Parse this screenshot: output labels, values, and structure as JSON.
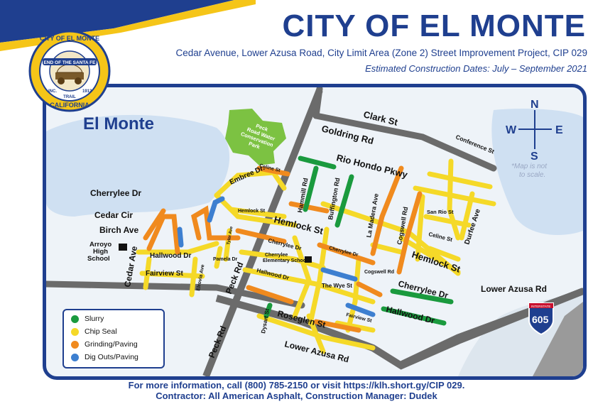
{
  "header": {
    "title": "CITY OF EL MONTE",
    "subtitle": "Cedar Avenue, Lower Azusa Road, City Limit Area (Zone 2) Street Improvement Project, CIP 029",
    "dates": "Estimated Construction Dates: July – September 2021"
  },
  "seal": {
    "top_text": "CITY OF EL MONTE",
    "ribbon_text": "END OF THE SANTA FE",
    "inc": "INC.",
    "year": "1912",
    "trail": "TRAIL",
    "bottom_text": "CALIFORNIA"
  },
  "map": {
    "area_label": "El Monte",
    "park_label": [
      "Peck",
      "Road Water",
      "Conservation",
      "Park"
    ],
    "compass": {
      "n": "N",
      "s": "S",
      "e": "E",
      "w": "W"
    },
    "scale_note": [
      "*Map is not",
      "to scale."
    ],
    "school_arroyo": [
      "Arroyo",
      "High",
      "School"
    ],
    "school_cherrylee": [
      "Cherrylee",
      "Elementary School"
    ],
    "freeway_shield": {
      "top": "INTERSTATE",
      "number": "605"
    },
    "streets": {
      "clark": "Clark St",
      "goldring": "Goldring Rd",
      "conference": "Conference St",
      "rio_hondo": "Rio Hondo Pkwy",
      "celine_top": "Celine St",
      "embree": "Embree Dr.",
      "cherrylee_dr": "Cherrylee Dr",
      "cedar_cir": "Cedar Cir",
      "birch": "Birch Ave",
      "hemlock_small": "Hemlock St",
      "hammill": "Hammill Rd",
      "buffington": "Buffington Rd",
      "la_madera": "La Madera Ave",
      "cogswell": "Cogswell Rd",
      "san_rio": "San Rio St",
      "celine_right": "Celine St",
      "durfee": "Durfee Ave",
      "hemlock_main": "Hemlock St",
      "hemlock_right": "Hemlock St",
      "hallwood_left": "Hallwood Dr",
      "cedar_ave": "Cedar Ave",
      "fairview_left": "Fairview St",
      "elrovia": "Elrovia Ave",
      "pamela": "Pamela Dr",
      "tyler": "Tyler Ave",
      "peck_mid": "Peck Rd",
      "peck_low": "Peck Rd",
      "cherrylee_mid": "Cherrylee Dr",
      "cherrylee_small": "Cherrylee Dr",
      "cogswell_small": "Cogswell Rd",
      "hallwood_mid": "Hallwood Dr",
      "wye": "The Wye St",
      "cherrylee_right": "Cherrylee Dr",
      "hallwood_right": "Hallwood Dr",
      "lower_azusa_right": "Lower Azusa Rd",
      "roseglen": "Roseglen St",
      "fairview_mid": "Fairview St",
      "dysart": "Dysart St",
      "lower_azusa_bottom": "Lower Azusa Rd"
    }
  },
  "legend": {
    "items": [
      {
        "label": "Slurry",
        "color": "#1a9a3e"
      },
      {
        "label": "Chip Seal",
        "color": "#f5d928"
      },
      {
        "label": "Grinding/Paving",
        "color": "#f08a1e"
      },
      {
        "label": "Dig Outs/Paving",
        "color": "#3d7fd0"
      }
    ]
  },
  "footer": {
    "line1": "For more information, call (800) 785-2150 or visit https://klh.short.gy/CIP 029.",
    "line2": "Contractor: All American Asphalt, Construction Manager: Dudek"
  },
  "colors": {
    "brand_blue": "#1f3f8f",
    "slurry": "#1a9a3e",
    "chip_seal": "#f5d928",
    "grinding": "#f08a1e",
    "dig_outs": "#3d7fd0",
    "water": "#cfe0f2",
    "road": "#6b6b6b",
    "park": "#7cc242"
  }
}
